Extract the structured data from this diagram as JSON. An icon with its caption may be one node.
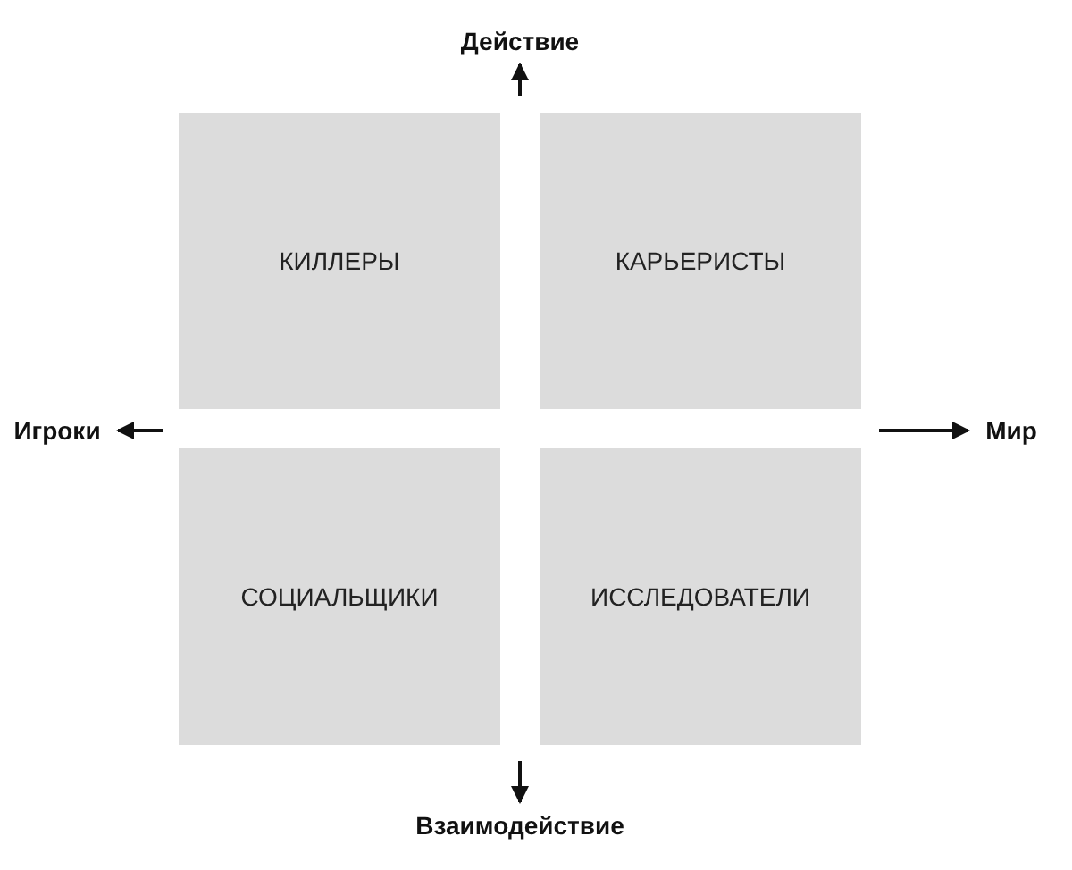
{
  "diagram": {
    "nodes": [
      {
        "text": [
          "Действие"
        ]
      },
      {
        "text": [
          "КИЛЛЕРЫ"
        ]
      },
      {
        "text": [
          "КАРЬЕРИСТЫ"
        ]
      },
      {
        "text": [
          "Игроки"
        ]
      },
      {
        "text": [
          "Мир"
        ]
      },
      {
        "text": [
          "СОЦИАЛЬЩИКИ"
        ]
      },
      {
        "text": [
          "ИССЛЕДОВАТЕЛИ"
        ]
      },
      {
        "text": [
          "Взаимодействие"
        ]
      }
    ],
    "edges": [
      {
        "from": null,
        "to": 0,
        "arrow": "to"
      },
      {
        "from": null,
        "to": 3,
        "arrow": "to"
      },
      {
        "from": null,
        "to": 4,
        "arrow": "to"
      },
      {
        "from": null,
        "to": 7,
        "arrow": "to"
      }
    ]
  }
}
